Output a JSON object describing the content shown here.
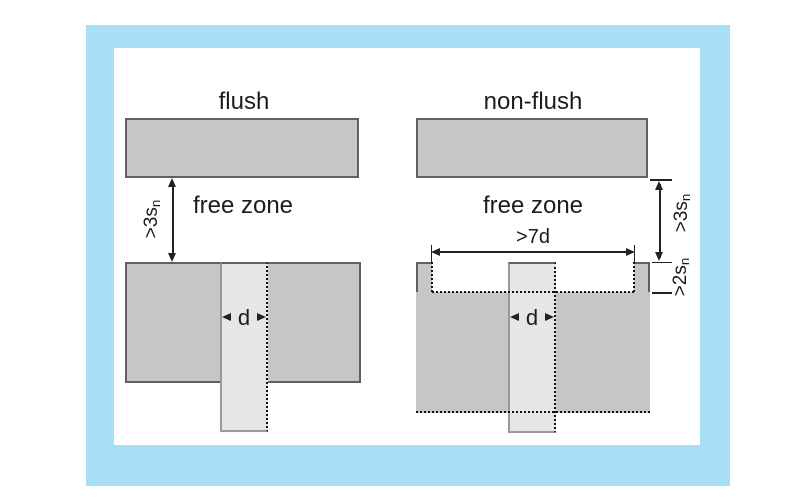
{
  "palette": {
    "frame_blue": "#aadef5",
    "metal_fill": "#c5c6c6",
    "metal_border": "#5f5f5f",
    "sensor_fill": "#e6e6e6",
    "sensor_border": "#9a9a9a",
    "dotted_line": "#111111",
    "dim_line": "#222222",
    "text": "#1c1c1c"
  },
  "left_diagram": {
    "title": "flush",
    "free_zone_label": "free zone",
    "clearance_dim": {
      "value": ">3s",
      "sub": "n"
    },
    "diameter_label": "d"
  },
  "right_diagram": {
    "title": "non-flush",
    "free_zone_label": "free zone",
    "clearance_dim": {
      "value": ">3s",
      "sub": "n"
    },
    "recess_depth_dim": {
      "value": ">2s",
      "sub": "n"
    },
    "recess_width_dim": ">7d",
    "diameter_label": "d"
  }
}
